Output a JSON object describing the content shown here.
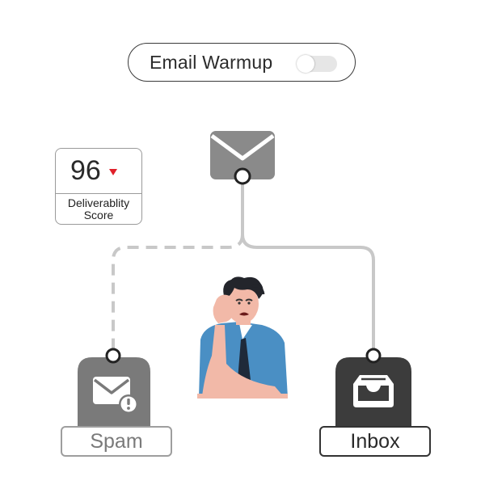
{
  "warmup": {
    "label": "Email Warmup",
    "enabled": false
  },
  "score": {
    "value": "96",
    "trend": "down",
    "label_line1": "Deliverablity",
    "label_line2": "Score"
  },
  "destinations": {
    "spam_label": "Spam",
    "inbox_label": "Inbox"
  },
  "colors": {
    "trend_down": "#e0202a",
    "envelope": "#8a8a8a",
    "spam_box": "#7a7a7a",
    "inbox_box": "#3c3c3c",
    "connector": "#c8c8c8",
    "shirt": "#4a8fc4"
  },
  "icons": {
    "source": "envelope-icon",
    "spam": "envelope-alert-icon",
    "inbox": "inbox-tray-icon",
    "illustration": "frustrated-man-illustration"
  }
}
